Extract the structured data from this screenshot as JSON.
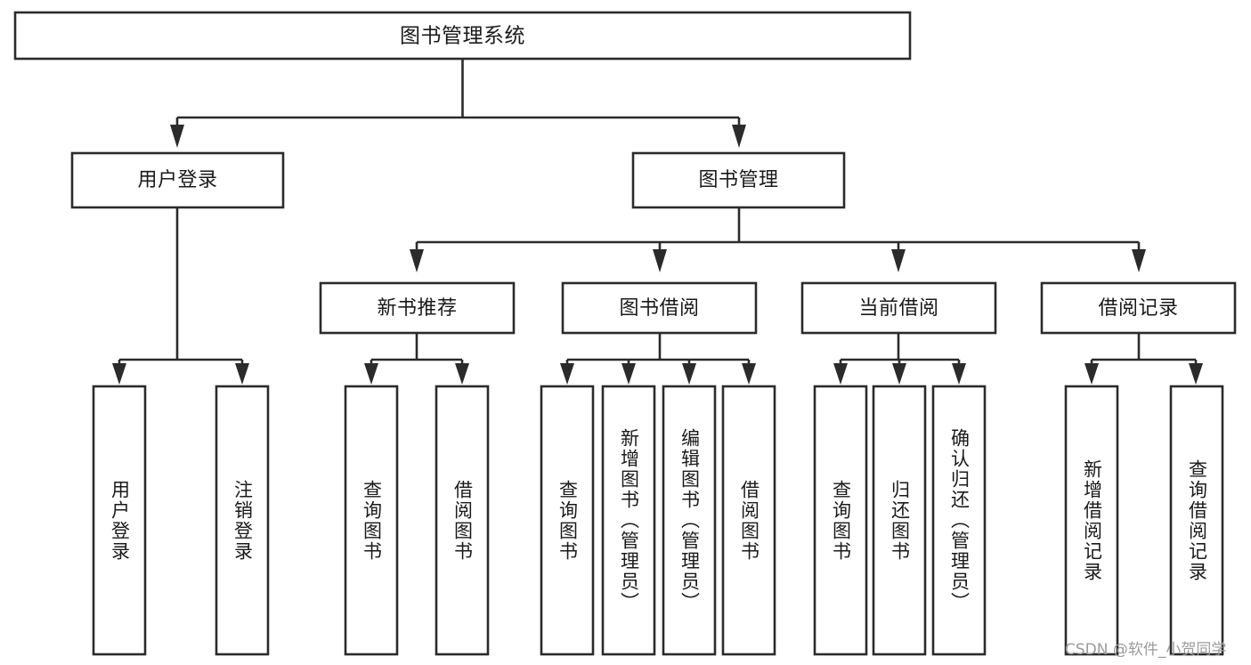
{
  "diagram": {
    "type": "tree-hierarchy",
    "title": "图书管理系统",
    "orientation": "top-down",
    "colors": {
      "box_fill": "#ffffff",
      "box_stroke": "#2b2b2b",
      "text": "#1a1a1a",
      "watermark": "#9b9b9b",
      "background": "#ffffff"
    },
    "root": {
      "label": "图书管理系统"
    },
    "level1": [
      {
        "label": "用户登录"
      },
      {
        "label": "图书管理"
      }
    ],
    "level2": [
      {
        "label": "新书推荐"
      },
      {
        "label": "图书借阅"
      },
      {
        "label": "当前借阅"
      },
      {
        "label": "借阅记录"
      }
    ],
    "leaves": {
      "用户登录": [
        {
          "label": "用户登录"
        },
        {
          "label": "注销登录"
        }
      ],
      "新书推荐": [
        {
          "label": "查询图书"
        },
        {
          "label": "借阅图书"
        }
      ],
      "图书借阅": [
        {
          "label": "查询图书"
        },
        {
          "label": "新增图书（管理员）"
        },
        {
          "label": "编辑图书（管理员）"
        },
        {
          "label": "借阅图书"
        }
      ],
      "当前借阅": [
        {
          "label": "查询图书"
        },
        {
          "label": "归还图书"
        },
        {
          "label": "确认归还（管理员）"
        }
      ],
      "借阅记录": [
        {
          "label": "新增借阅记录"
        },
        {
          "label": "查询借阅记录"
        }
      ]
    },
    "leaf_labels_ordered": [
      "用户登录",
      "注销登录",
      "查询图书",
      "借阅图书",
      "查询图书",
      "新增图书（管理员）",
      "编辑图书（管理员）",
      "借阅图书",
      "查询图书",
      "归还图书",
      "确认归还（管理员）",
      "新增借阅记录",
      "查询借阅记录"
    ]
  },
  "watermark": {
    "text": "CSDN @软件_小贺同学"
  }
}
